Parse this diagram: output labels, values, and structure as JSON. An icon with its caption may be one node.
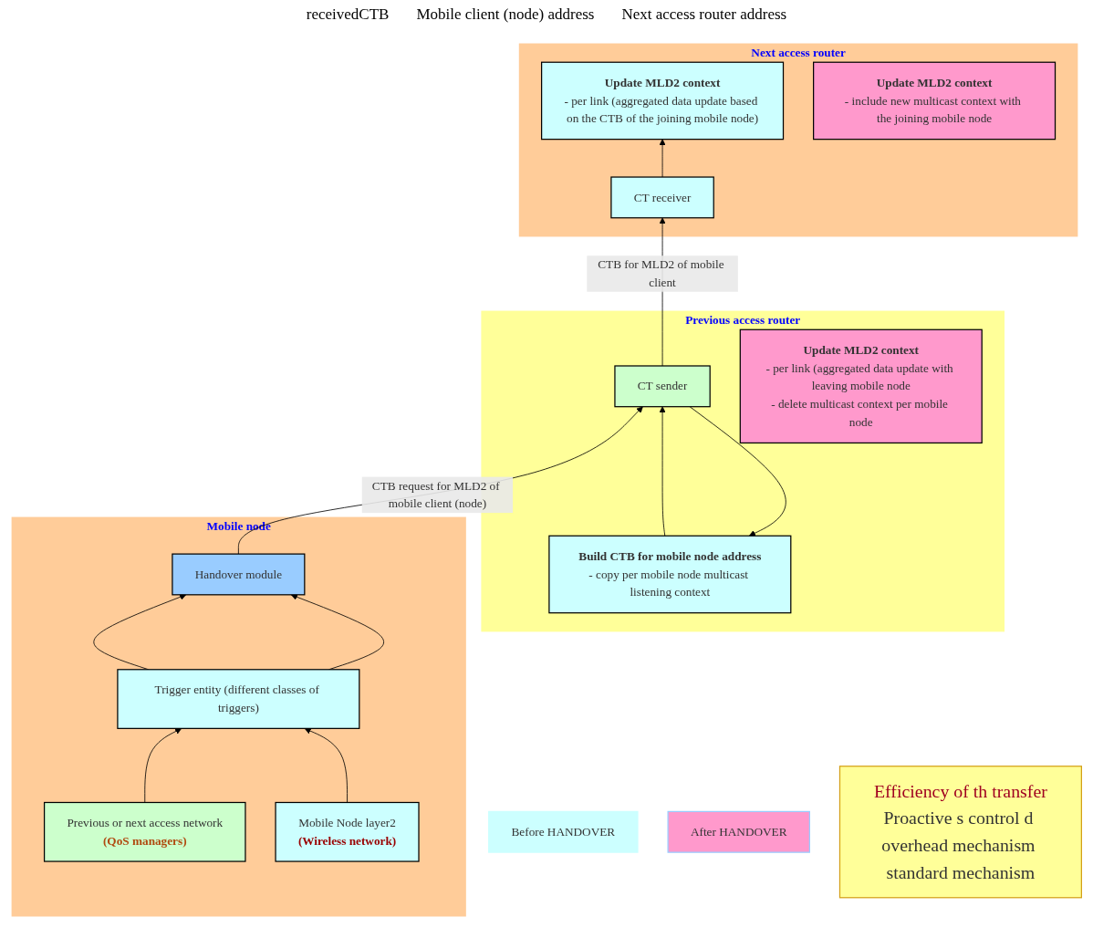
{
  "diagram": {
    "nodes": [
      {
        "text": [
          "Previous access router"
        ]
      },
      {
        "text": [
          "Build CTB for mobile node address",
          "- copy per mobile node multicast listening context"
        ],
        "in": 0
      },
      {
        "text": [
          "CT sender"
        ],
        "in": 0
      },
      {
        "text": [
          "Update MLD2 context",
          "- per link (aggregated data update with leaving mobile node",
          "- delete multicast context per mobile node"
        ],
        "in": 0
      },
      {
        "text": [
          "Before HANDOVER"
        ]
      },
      {
        "text": [
          "After HANDOVER"
        ]
      },
      {
        "text": [
          "Next access router"
        ]
      },
      {
        "text": [
          "Update MLD2 context",
          "- per link (aggregated data update based on the CTB of the joining mobile node)"
        ],
        "in": 6
      },
      {
        "text": [
          "CT receiver"
        ],
        "in": 6
      },
      {
        "text": [
          "Update MLD2 context",
          "- include new multicast context with the joining mobile node"
        ],
        "in": 6
      },
      {
        "text": [
          "Mobile node"
        ]
      },
      {
        "text": [
          "Handover module"
        ],
        "in": 10
      },
      {
        "text": [
          "Trigger entity (different classes of triggers)"
        ],
        "in": 10
      },
      {
        "text": [
          "Previous or next access network",
          "(QoS managers)"
        ],
        "in": 10
      },
      {
        "text": [
          "Mobile Node layer2",
          "(Wireless network)"
        ],
        "in": 10
      },
      {
        "text": [
          "Efficiency of th transfer",
          "Proactive s control d overhead mechanism standard mechanism"
        ]
      }
    ],
    "edges": [
      {
        "from": 2,
        "to": 1,
        "arrow": "to"
      },
      {
        "from": 1,
        "to": 2,
        "arrow": "to"
      },
      {
        "from": 2,
        "to": 8,
        "arrow": "to",
        "label": "CTB for MLD2 of mobile client"
      },
      {
        "from": 8,
        "to": 7,
        "arrow": "to"
      },
      {
        "from": 11,
        "to": 2,
        "arrow": "to",
        "label": "CTB request for MLD2 of mobile client (node)"
      },
      {
        "from": 12,
        "to": 11,
        "arrow": "to"
      },
      {
        "from": 12,
        "to": 11,
        "arrow": "to"
      },
      {
        "from": 13,
        "to": 12,
        "arrow": "to"
      },
      {
        "from": 14,
        "to": 12,
        "arrow": "to"
      }
    ],
    "labels": [
      "receivedCTB",
      "Mobile client (node) address",
      "Next access router address"
    ]
  }
}
